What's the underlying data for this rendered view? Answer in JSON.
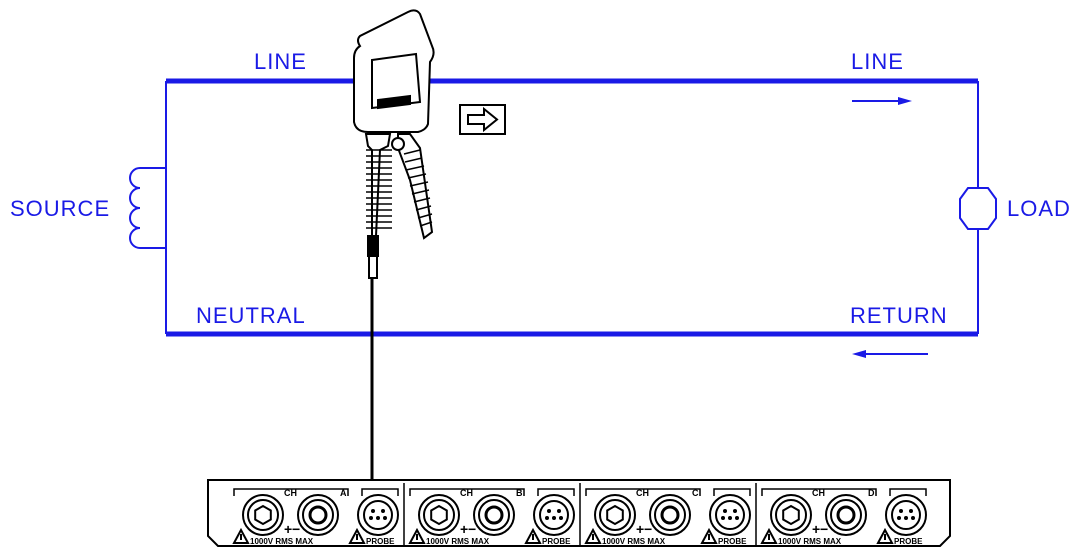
{
  "labels": {
    "line_left": "LINE",
    "line_right": "LINE",
    "neutral": "NEUTRAL",
    "return": "RETURN",
    "source": "SOURCE",
    "load": "LOAD"
  },
  "panel": {
    "channels": [
      {
        "ch": "CH",
        "letter": "A",
        "rating": "1000V RMS MAX",
        "probe": "PROBE"
      },
      {
        "ch": "CH",
        "letter": "B",
        "rating": "1000V RMS MAX",
        "probe": "PROBE"
      },
      {
        "ch": "CH",
        "letter": "C",
        "rating": "1000V RMS MAX",
        "probe": "PROBE"
      },
      {
        "ch": "CH",
        "letter": "D",
        "rating": "1000V RMS MAX",
        "probe": "PROBE"
      }
    ],
    "plus": "+",
    "minus": "−"
  },
  "colors": {
    "wire": "#1a1ae6",
    "ink": "#000000"
  },
  "icons": {
    "current_direction": "arrow-right-icon",
    "flow_forward": "arrow-right-icon",
    "flow_return": "arrow-left-icon",
    "warning": "warning-triangle-icon"
  }
}
